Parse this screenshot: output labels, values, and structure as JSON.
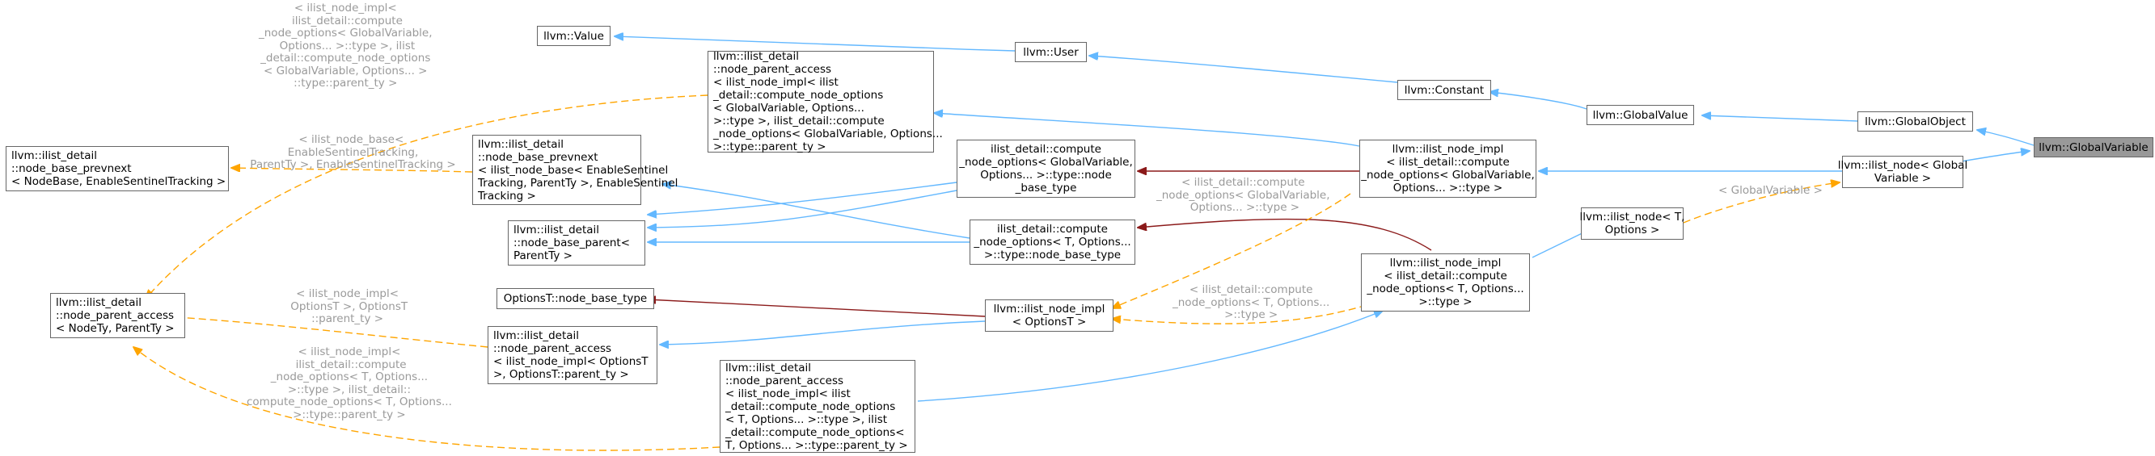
{
  "colors": {
    "inherit": "#63b8ff",
    "template": "#ffa500",
    "usage": "#8b1a1a",
    "node_border": "#666666",
    "current_fill": "#999999",
    "label": "#9a9a9a"
  },
  "nodes": {
    "value": "llvm::Value",
    "user": "llvm::User",
    "constant": "llvm::Constant",
    "globalvalue": "llvm::GlobalValue",
    "globalobject": "llvm::GlobalObject",
    "globalvariable": "llvm::GlobalVariable",
    "ilist_node_gv": "llvm::ilist_node< Global\nVariable >",
    "ilist_node_T": "llvm::ilist_node< T,\nOptions >",
    "node_impl_gv": "llvm::ilist_node_impl\n< ilist_detail::compute\n_node_options< GlobalVariable,\nOptions... >::type >",
    "node_impl_T": "llvm::ilist_node_impl\n< ilist_detail::compute\n_node_options< T, Options...\n>::type >",
    "npa_gv": "llvm::ilist_detail\n::node_parent_access\n< ilist_node_impl< ilist\n_detail::compute_node_options\n< GlobalVariable, Options...\n>::type >, ilist_detail::compute\n_node_options< GlobalVariable, Options...\n>::type::parent_ty >",
    "bpn_est": "llvm::ilist_detail\n::node_base_prevnext\n< ilist_node_base< EnableSentinel\nTracking, ParentTy >, EnableSentinel\nTracking >",
    "bp_parent": "llvm::ilist_detail\n::node_base_parent<\nParentTy >",
    "cno_gv_nbt": "ilist_detail::compute\n_node_options< GlobalVariable,\nOptions... >::type::node\n_base_type",
    "cno_T_nbt": "ilist_detail::compute\n_node_options< T, Options...\n>::type::node_base_type",
    "bpn_generic": "llvm::ilist_detail\n::node_base_prevnext\n< NodeBase, EnableSentinelTracking >",
    "npa_generic": "llvm::ilist_detail\n::node_parent_access\n< NodeTy, ParentTy >",
    "optT_nbt": "OptionsT::node_base_type",
    "node_impl_optT": "llvm::ilist_node_impl\n< OptionsT >",
    "npa_optT": "llvm::ilist_detail\n::node_parent_access\n< ilist_node_impl< OptionsT\n>, OptionsT::parent_ty >",
    "npa_T": "llvm::ilist_detail\n::node_parent_access\n< ilist_node_impl< ilist\n_detail::compute_node_options\n< T, Options... >::type >, ilist\n_detail::compute_node_options<\nT, Options... >::type::parent_ty >"
  },
  "edge_labels": {
    "gv_template": "< GlobalVariable >",
    "npa_gv_tpl": "< ilist_node_impl<\n ilist_detail::compute\n_node_options< GlobalVariable,\n Options... >::type >, ilist\n_detail::compute_node_options\n< GlobalVariable, Options... >\n::type::parent_ty >",
    "bpn_tpl": "< ilist_node_base<\n EnableSentinelTracking,\n ParentTy >, EnableSentinelTracking >",
    "npa_optT_tpl": "< ilist_node_impl<\n OptionsT >, OptionsT\n::parent_ty >",
    "npa_T_tpl": "< ilist_node_impl<\n ilist_detail::compute\n_node_options< T, Options...\n>::type >, ilist_detail::\ncompute_node_options< T, Options...\n>::type::parent_ty >",
    "impl_gv_tpl": "< ilist_detail::compute\n_node_options< GlobalVariable,\n Options... >::type >",
    "impl_T_tpl": "< ilist_detail::compute\n_node_options< T, Options...\n>::type >"
  }
}
